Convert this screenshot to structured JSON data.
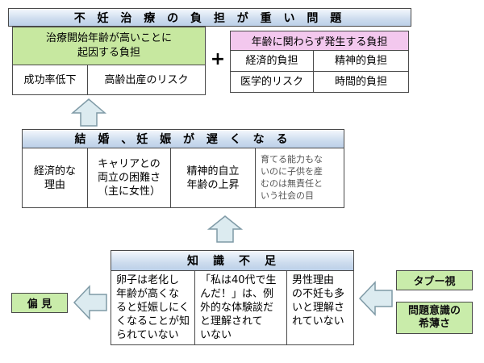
{
  "top": {
    "title": "不 妊 治 療 の 負 担 が 重 い 問 題",
    "left_header": "治療開始年齢が高いことに\n起因する負担",
    "left_items": [
      "成功率低下",
      "高齢出産のリスク"
    ],
    "plus": "+",
    "right_header": "年齢に関わらず発生する負担",
    "right_items": [
      "経済的負担",
      "精神的負担",
      "医学的リスク",
      "時間的負担"
    ]
  },
  "middle": {
    "title": "結 婚 、妊 娠 が 遅 く な る",
    "items": [
      "経済的な\n理由",
      "キャリアとの\n両立の困難さ\n（主に女性）",
      "精神的自立\n年齢の上昇",
      "育てる能力もな\nいのに子供を産\nむのは無責任と\nいう社会の目"
    ]
  },
  "bottom": {
    "title": "知　識　不　足",
    "items": [
      "卵子は老化し\n年齢が高くな\nると妊娠しにく\nくなることが知\nられていない",
      "「私は40代で生\nんだ！」は、例\n外的な体験談だ\nと理解されて\nいない",
      "男性理由\nの不妊も多\nいと理解さ\nれていない"
    ]
  },
  "left_label": "偏 見",
  "right_labels": [
    "タブー視",
    "問題意識の\n希薄さ"
  ],
  "colors": {
    "header_blue": "#cddcee",
    "green": "#c9ecaa",
    "pink": "#f3c8ee",
    "arrow_fill": "#dcebf0",
    "arrow_stroke": "#7f9aa6"
  }
}
